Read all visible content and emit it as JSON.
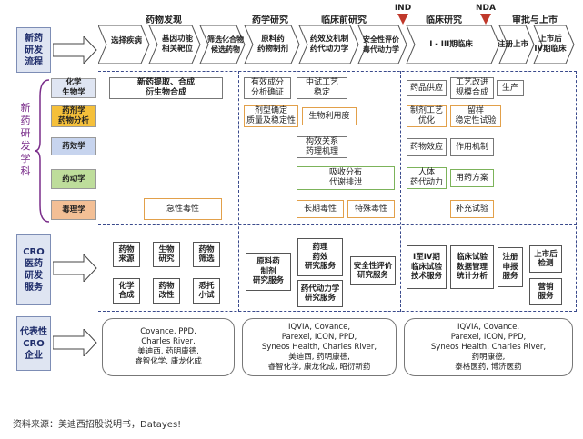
{
  "phases": {
    "drug_discovery": "药物发现",
    "pharm_research": "药学研究",
    "preclinical": "临床前研究",
    "clinical": "临床研究",
    "approval": "审批与上市",
    "ind": "IND",
    "nda": "NDA"
  },
  "left_labels": {
    "process": "新药\n研发\n流程",
    "discipline": "新\n药\n研\n发\n学\n科",
    "cro": "CRO\n医药\n研发\n服务",
    "rep": "代表性\nCRO\n企业"
  },
  "process_steps": [
    "选择疾病",
    "基因功能\n相关靶位",
    "筛选化合物\n候选药物",
    "原料药\n药物制剂",
    "药效及机制\n药代动力学",
    "安全性评价\n毒代动力学",
    "I - III期临床",
    "注册上市",
    "上市后\nIV期临床"
  ],
  "disciplines": [
    "化学\n生物学",
    "药剂学\n药物分析",
    "药效学",
    "药动学",
    "毒理学"
  ],
  "tasks": {
    "t1": "新药提取、合成\n衍生物合成",
    "t2": "有效成分\n分析确证",
    "t3": "中试工艺\n稳定",
    "t4": "药品供应",
    "t5": "工艺改进\n规模合成",
    "t6": "生产",
    "t7": "剂型确定\n质量及稳定性",
    "t8": "生物利用度",
    "t9": "制剂工艺\n优化",
    "t10": "留样\n稳定性试验",
    "t11": "构效关系\n药理机理",
    "t12": "药物效应",
    "t13": "作用机制",
    "t14": "吸收分布\n代谢排泄",
    "t15": "人体\n药代动力",
    "t16": "用药方案",
    "t17": "急性毒性",
    "t18": "长期毒性",
    "t19": "特殊毒性",
    "t20": "补充试验"
  },
  "cro": {
    "c1": "药物\n来源",
    "c2": "生物\n研究",
    "c3": "药物\n筛选",
    "c4": "化学\n合成",
    "c5": "药物\n改性",
    "c6": "悉托\n小试",
    "c7": "原料药\n制剂\n研究服务",
    "c8": "药理\n药效\n研究服务",
    "c9": "药代动力学\n研究服务",
    "c10": "安全性评价\n研究服务",
    "c11": "I至IV期\n临床试验\n技术服务",
    "c12": "临床试验\n数据管理\n统计分析",
    "c13": "注册\n申报\n服务",
    "c14": "上市后\n检测",
    "c15": "营销\n服务"
  },
  "reps": {
    "r1": "Covance, PPD,\nCharles River,\n美迪西, 药明康德,\n睿智化学, 康龙化成",
    "r2": "IQVIA, Covance,\nParexel, ICON, PPD,\nSyneos Health, Charles River,\n美迪西, 药明康德,\n睿智化学, 康龙化成, 昭衍新药",
    "r3": "IQVIA, Covance,\nParexel, ICON, PPD,\nSyneos Health, Charles River,\n药明康德,\n泰格医药, 博济医药"
  },
  "source": "资料来源：美迪西招股说明书，Datayes!"
}
